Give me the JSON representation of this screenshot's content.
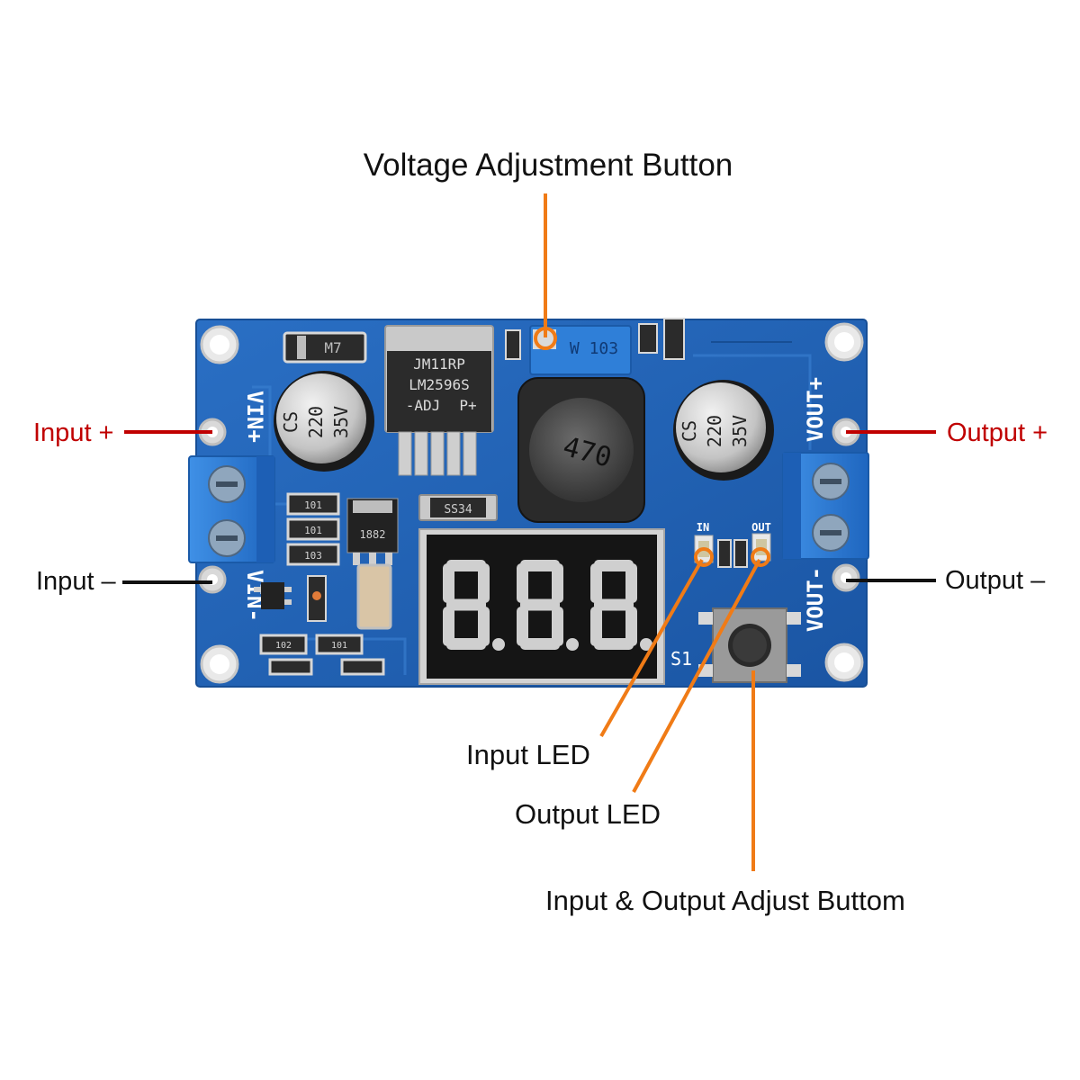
{
  "title": "Voltage Adjustment Button",
  "callouts": {
    "input_plus": "Input +",
    "input_minus": "Input –",
    "output_plus": "Output +",
    "output_minus": "Output –",
    "input_led": "Input LED",
    "output_led": "Output LED",
    "adjust_button": "Input & Output Adjust Buttom"
  },
  "board": {
    "vin_plus": "VIN+",
    "vin_minus": "VIN-",
    "vout_plus": "VOUT+",
    "vout_minus": "VOUT-",
    "regulator_brand": "JM11RP",
    "regulator_model": "LM2596S",
    "regulator_suffix": "-ADJ",
    "regulator_mark": "P+",
    "inductor": "470",
    "capacitor_brand": "CS",
    "capacitor_value": "220",
    "capacitor_voltage": "35V",
    "potentiometer": "W 103",
    "diode_top": "M7",
    "schottky": "SS34",
    "ldo": "1882",
    "resistor_a": "101",
    "resistor_b": "103",
    "resistor_c": "102",
    "display_digits": "8.8.8.",
    "led_in": "IN",
    "led_out": "OUT",
    "switch": "S1"
  },
  "colors": {
    "callout_red": "#c00000",
    "leader_orange": "#f07b16",
    "pcb_blue": "#1c5fb0",
    "terminal_blue": "#2f80d8",
    "text_black": "#111111"
  }
}
